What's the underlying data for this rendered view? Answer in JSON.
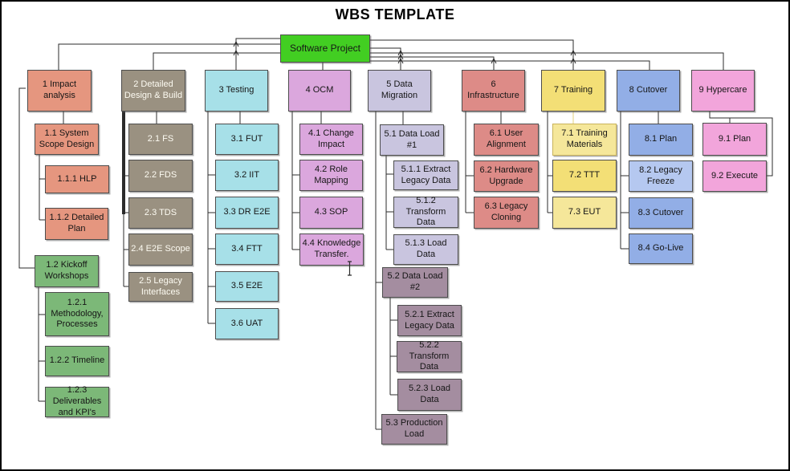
{
  "title": "WBS TEMPLATE",
  "nodes": {
    "n0": {
      "label": "Software Project"
    },
    "n1": {
      "label": "1 Impact analysis"
    },
    "n1_1": {
      "label": "1.1 System Scope Design"
    },
    "n1_1_1": {
      "label": "1.1.1 HLP"
    },
    "n1_1_2": {
      "label": "1.1.2 Detailed Plan"
    },
    "n1_2": {
      "label": "1.2 Kickoff Workshops"
    },
    "n1_2_1": {
      "label": "1.2.1 Methodology, Processes"
    },
    "n1_2_2": {
      "label": "1.2.2 Timeline"
    },
    "n1_2_3": {
      "label": "1.2.3 Deliverables and KPI's"
    },
    "n2": {
      "label": "2 Detailed Design & Build"
    },
    "n2_1": {
      "label": "2.1 FS"
    },
    "n2_2": {
      "label": "2.2 FDS"
    },
    "n2_3": {
      "label": "2.3 TDS"
    },
    "n2_4": {
      "label": "2.4 E2E Scope"
    },
    "n2_5": {
      "label": "2.5 Legacy Interfaces"
    },
    "n3": {
      "label": "3 Testing"
    },
    "n3_1": {
      "label": "3.1 FUT"
    },
    "n3_2": {
      "label": "3.2 IIT"
    },
    "n3_3": {
      "label": "3.3 DR E2E"
    },
    "n3_4": {
      "label": "3.4 FTT"
    },
    "n3_5": {
      "label": "3.5 E2E"
    },
    "n3_6": {
      "label": "3.6 UAT"
    },
    "n4": {
      "label": "4 OCM"
    },
    "n4_1": {
      "label": "4.1 Change Impact"
    },
    "n4_2": {
      "label": "4.2 Role Mapping"
    },
    "n4_3": {
      "label": "4.3 SOP"
    },
    "n4_4": {
      "label": "4.4 Knowledge Transfer."
    },
    "n5": {
      "label": "5 Data Migration"
    },
    "n5_1": {
      "label": "5.1 Data Load #1"
    },
    "n5_1_1": {
      "label": "5.1.1 Extract Legacy Data"
    },
    "n5_1_2": {
      "label": "5.1.2 Transform Data"
    },
    "n5_1_3": {
      "label": "5.1.3 Load Data"
    },
    "n5_2": {
      "label": "5.2 Data Load #2"
    },
    "n5_2_1": {
      "label": "5.2.1 Extract Legacy Data"
    },
    "n5_2_2": {
      "label": "5.2.2 Transform Data"
    },
    "n5_2_3": {
      "label": "5.2.3 Load Data"
    },
    "n5_3": {
      "label": "5.3 Production Load"
    },
    "n6": {
      "label": "6 Infrastructure"
    },
    "n6_1": {
      "label": "6.1 User Alignment"
    },
    "n6_2": {
      "label": "6.2 Hardware Upgrade"
    },
    "n6_3": {
      "label": "6.3 Legacy Cloning"
    },
    "n7": {
      "label": "7 Training"
    },
    "n7_1": {
      "label": "7.1 Training Materials"
    },
    "n7_2": {
      "label": "7.2 TTT"
    },
    "n7_3": {
      "label": "7.3 EUT"
    },
    "n8": {
      "label": "8 Cutover"
    },
    "n8_1": {
      "label": "8.1 Plan"
    },
    "n8_2": {
      "label": "8.2 Legacy Freeze"
    },
    "n8_3": {
      "label": "8.3 Cutover"
    },
    "n8_4": {
      "label": "8.4 Go-Live"
    },
    "n9": {
      "label": "9 Hypercare"
    },
    "n9_1": {
      "label": "9.1 Plan"
    },
    "n9_2": {
      "label": "9.2 Execute"
    }
  },
  "palette": {
    "root_green": "#42CE22",
    "impact_salmon": "#E5967F",
    "kickoff_green": "#7CB878",
    "design_gray": "#9A9181",
    "testing_cyan": "#A7E0E8",
    "ocm_plum": "#DBA7DD",
    "migration_lavender": "#C9C5DF",
    "migration_mauve": "#A48DA0",
    "infrastructure_red": "#DD8B87",
    "training_yellow": "#F3DF76",
    "training_yellow_light": "#F5E79A",
    "cutover_blue": "#92AEE6",
    "cutover_blue_light": "#B5C8F0",
    "hypercare_pink": "#F2A5DB",
    "connector_color": "#2b2b2b"
  }
}
